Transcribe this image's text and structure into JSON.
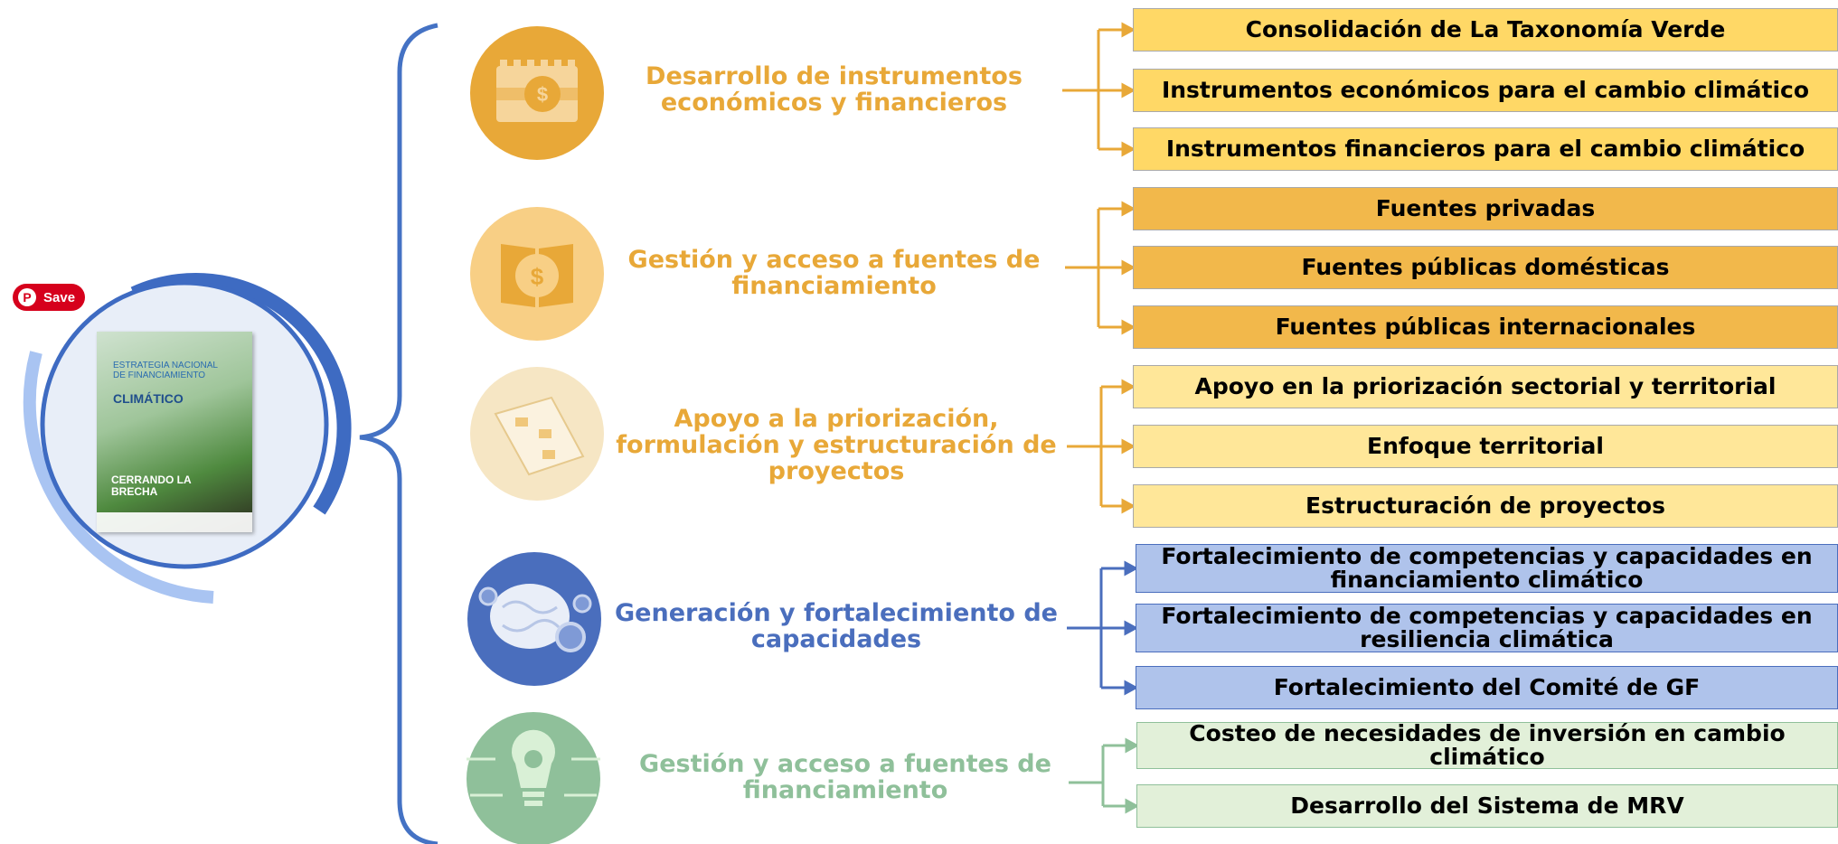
{
  "save_button": {
    "label": "Save"
  },
  "cover": {
    "line1": "ESTRATEGIA NACIONAL DE FINANCIAMIENTO",
    "line2": "CLIMÁTICO",
    "line3": "CERRANDO LA BRECHA"
  },
  "colors": {
    "gold": "#E8A838",
    "gold_light": "#F3C776",
    "cream": "#F3DDAE",
    "blue": "#4A6EBD",
    "green": "#8FC09A",
    "bracket": "#4472C4"
  },
  "groups": [
    {
      "label": "Desarrollo de instrumentos económicos y financieros",
      "color": "#E8A838",
      "icon": "money-safe-icon",
      "items": [
        "Consolidación de La Taxonomía Verde",
        "Instrumentos económicos para el cambio climático",
        "Instrumentos financieros para el cambio climático"
      ]
    },
    {
      "label": "Gestión y  acceso a fuentes de financiamiento",
      "color": "#E8A838",
      "icon": "open-book-dollar-icon",
      "items": [
        "Fuentes privadas",
        "Fuentes públicas domésticas",
        "Fuentes públicas internacionales"
      ]
    },
    {
      "label": "Apoyo a la priorización, formulación y estructuración de proyectos",
      "color": "#E8A838",
      "icon": "flowchart-document-icon",
      "items": [
        "Apoyo en la priorización sectorial y territorial",
        "Enfoque territorial",
        "Estructuración de proyectos"
      ]
    },
    {
      "label": "Generación y fortalecimiento de capacidades",
      "color": "#4A6EBD",
      "icon": "brain-gears-icon",
      "items": [
        "Fortalecimiento de competencias y capacidades en financiamiento climático",
        "Fortalecimiento de competencias y capacidades en resiliencia climática",
        "Fortalecimiento del Comité de GF"
      ]
    },
    {
      "label": "Gestión y  acceso a fuentes de financiamiento",
      "color": "#8FC09A",
      "icon": "lightbulb-gear-icon",
      "items": [
        "Costeo de necesidades de inversión en cambio climático",
        "Desarrollo del Sistema de MRV"
      ]
    }
  ]
}
